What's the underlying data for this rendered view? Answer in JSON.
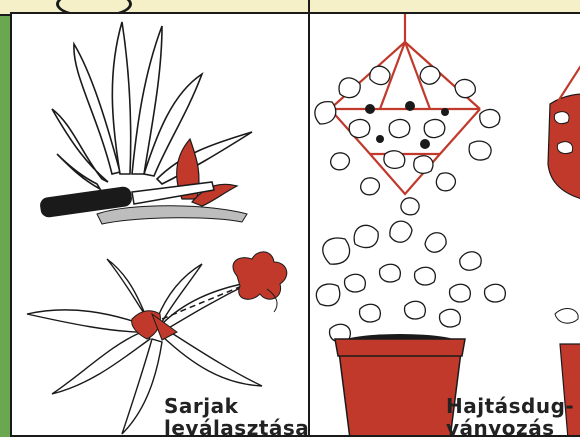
{
  "panels": {
    "left": {
      "caption_line1": "Sarjak",
      "caption_line2": "leválasztása"
    },
    "right": {
      "caption_line1": "Hajtásdug-",
      "caption_line2": "ványozás"
    }
  },
  "colors": {
    "background_green": "#6aa84f",
    "accent_red": "#c0392b",
    "pot_red": "#c0392b",
    "ink": "#1a1a1a",
    "top_strip": "#f6f0c8"
  }
}
